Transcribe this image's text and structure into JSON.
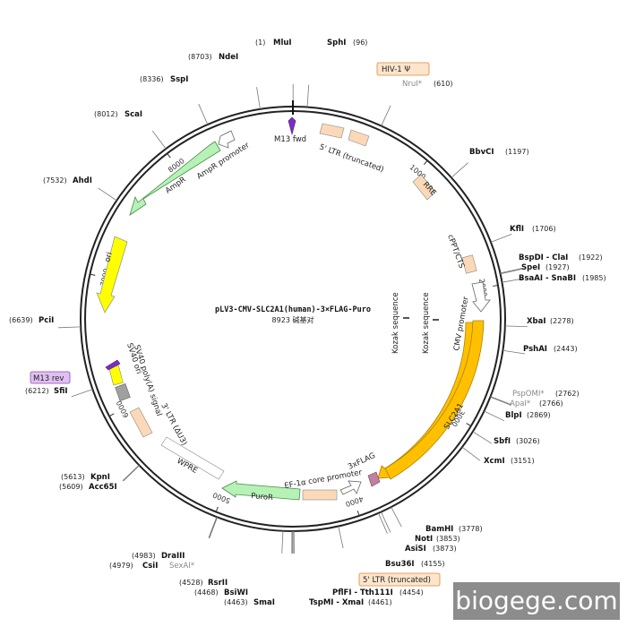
{
  "plasmid": {
    "name": "pLV3-CMV-SLC2A1(human)-3×FLAG-Puro",
    "size": "8923 碱基对",
    "total_bp": 8923
  },
  "ticks": [
    {
      "bp": 1000,
      "label": "1000"
    },
    {
      "bp": 2000,
      "label": "2000"
    },
    {
      "bp": 3000,
      "label": "3000"
    },
    {
      "bp": 4000,
      "label": "4000"
    },
    {
      "bp": 5000,
      "label": "5000"
    },
    {
      "bp": 6000,
      "label": "6000"
    },
    {
      "bp": 7000,
      "label": "7000"
    },
    {
      "bp": 8000,
      "label": "8000"
    }
  ],
  "sites": [
    {
      "name": "MluI",
      "pos": "(1)",
      "bp": 1,
      "gray": false
    },
    {
      "name": "SphI",
      "pos": "(96)",
      "bp": 96,
      "gray": false
    },
    {
      "name": "NruI*",
      "pos": "(610)",
      "bp": 610,
      "gray": true
    },
    {
      "name": "BbvCI",
      "pos": "(1197)",
      "bp": 1197,
      "gray": false
    },
    {
      "name": "KflI",
      "pos": "(1706)",
      "bp": 1706,
      "gray": false
    },
    {
      "name": "BspDI - ClaI",
      "pos": "(1922)",
      "bp": 1922,
      "gray": false
    },
    {
      "name": "SpeI",
      "pos": "(1927)",
      "bp": 1927,
      "gray": false
    },
    {
      "name": "BsaAI - SnaBI",
      "pos": "(1985)",
      "bp": 1985,
      "gray": false
    },
    {
      "name": "XbaI",
      "pos": "(2278)",
      "bp": 2278,
      "gray": false
    },
    {
      "name": "PshAI",
      "pos": "(2443)",
      "bp": 2443,
      "gray": false
    },
    {
      "name": "PspOMI*",
      "pos": "(2762)",
      "bp": 2762,
      "gray": true
    },
    {
      "name": "ApaI*",
      "pos": "(2766)",
      "bp": 2766,
      "gray": true
    },
    {
      "name": "BlpI",
      "pos": "(2869)",
      "bp": 2869,
      "gray": false
    },
    {
      "name": "SbfI",
      "pos": "(3026)",
      "bp": 3026,
      "gray": false
    },
    {
      "name": "XcmI",
      "pos": "(3151)",
      "bp": 3151,
      "gray": false
    },
    {
      "name": "BamHI",
      "pos": "(3778)",
      "bp": 3778,
      "gray": false
    },
    {
      "name": "NotI",
      "pos": "(3853)",
      "bp": 3853,
      "gray": false
    },
    {
      "name": "AsiSI",
      "pos": "(3873)",
      "bp": 3873,
      "gray": false
    },
    {
      "name": "Bsu36I",
      "pos": "(4155)",
      "bp": 4155,
      "gray": false
    },
    {
      "name": "PflFI - Tth111I",
      "pos": "(4454)",
      "bp": 4454,
      "gray": false
    },
    {
      "name": "TspMI - XmaI",
      "pos": "(4461)",
      "bp": 4461,
      "gray": false
    },
    {
      "name": "SmaI",
      "pos": "(4463)",
      "bp": 4463,
      "gray": false
    },
    {
      "name": "BsiWI",
      "pos": "(4468)",
      "bp": 4468,
      "gray": false
    },
    {
      "name": "RsrII",
      "pos": "(4528)",
      "bp": 4528,
      "gray": false
    },
    {
      "name": "CsiI",
      "pos": "(4979)",
      "bp": 4979,
      "gray": false
    },
    {
      "name": "SexAI*",
      "pos": "",
      "bp": 4979,
      "gray": true
    },
    {
      "name": "DraIII",
      "pos": "(4983)",
      "bp": 4983,
      "gray": false
    },
    {
      "name": "KpnI",
      "pos": "(5613)",
      "bp": 5613,
      "gray": false
    },
    {
      "name": "Acc65I",
      "pos": "(5609)",
      "bp": 5609,
      "gray": false
    },
    {
      "name": "SfiI",
      "pos": "(6212)",
      "bp": 6212,
      "gray": false
    },
    {
      "name": "PciI",
      "pos": "(6639)",
      "bp": 6639,
      "gray": false
    },
    {
      "name": "AhdI",
      "pos": "(7532)",
      "bp": 7532,
      "gray": false
    },
    {
      "name": "ScaI",
      "pos": "(8012)",
      "bp": 8012,
      "gray": false
    },
    {
      "name": "SspI",
      "pos": "(8336)",
      "bp": 8336,
      "gray": false
    },
    {
      "name": "NdeI",
      "pos": "(8703)",
      "bp": 8703,
      "gray": false
    }
  ],
  "features": [
    {
      "name": "M13 fwd",
      "color": "#7b2fbe"
    },
    {
      "name": "5' LTR (truncated)",
      "color": "#fbd9b8"
    },
    {
      "name": "HIV-1 Ψ",
      "color": "#fbd9b8"
    },
    {
      "name": "RRE",
      "color": "#fbd9b8"
    },
    {
      "name": "cPPT/CTS",
      "color": "#fbd9b8"
    },
    {
      "name": "CMV promoter",
      "color": "#ffffff"
    },
    {
      "name": "SLC2A1",
      "color": "#ffc000"
    },
    {
      "name": "3xFLAG",
      "color": "#c080a0"
    },
    {
      "name": "EF-1α core promoter",
      "color": "#ffffff"
    },
    {
      "name": "PuroR",
      "color": "#b6f2b6"
    },
    {
      "name": "WPRE",
      "color": "#ffffff"
    },
    {
      "name": "3' LTR (ΔU3)",
      "color": "#fbd9b8"
    },
    {
      "name": "SV40 poly(A) signal",
      "color": "#a0a0a0"
    },
    {
      "name": "SV40 ori",
      "color": "#ffff00"
    },
    {
      "name": "M13 rev",
      "color": "#7b2fbe"
    },
    {
      "name": "ori",
      "color": "#ffff00"
    },
    {
      "name": "AmpR",
      "color": "#b6f2b6"
    },
    {
      "name": "AmpR promoter",
      "color": "#ffffff"
    },
    {
      "name": "Kozak sequence",
      "color": "#555555"
    },
    {
      "name": "Kozak sequence",
      "color": "#555555"
    }
  ],
  "boxed_labels": {
    "hiv": "HIV-1 Ψ",
    "ltr5": "5' LTR (truncated)",
    "m13rev": "M13 rev"
  },
  "watermark": "biogege.com"
}
